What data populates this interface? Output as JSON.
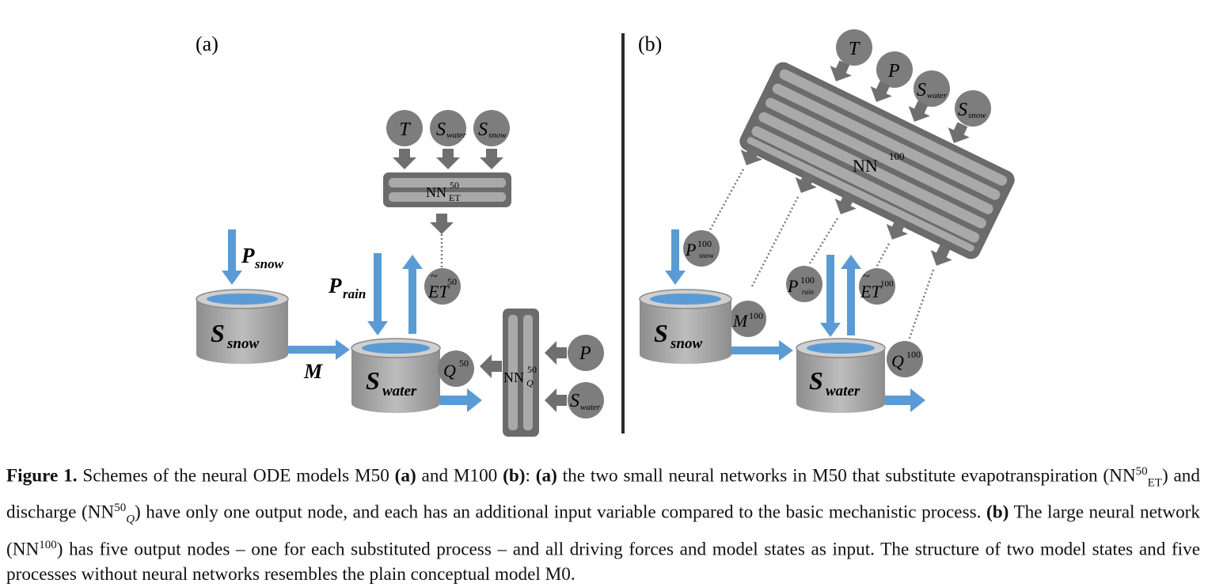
{
  "panels": {
    "a": {
      "label": "(a)",
      "input_T": "T",
      "input_S": "S",
      "input_S_water_sub": "water",
      "input_S_snow_sub": "snow",
      "nn_et": "NN",
      "nn_et_sup": "50",
      "nn_et_sub": "ET",
      "et_out": "ET",
      "et_out_sup": "50",
      "q_out": "Q",
      "q_out_sup": "50",
      "nn_q": "NN",
      "nn_q_sup": "50",
      "nn_q_sub": "Q",
      "input_P": "P",
      "p_snow": "P",
      "p_snow_sub": "snow",
      "p_rain": "P",
      "p_rain_sub": "rain",
      "bucket_snow": "S",
      "bucket_snow_sub": "snow",
      "bucket_water": "S",
      "bucket_water_sub": "water",
      "melt": "M"
    },
    "b": {
      "label": "(b)",
      "input_T": "T",
      "input_P": "P",
      "input_S": "S",
      "input_S_water_sub": "water",
      "input_S_snow_sub": "snow",
      "nn": "NN",
      "nn_sup": "100",
      "out_p_snow": "P",
      "out_p_snow_sup": "100",
      "out_p_snow_sub": "snow",
      "out_m": "M",
      "out_m_sup": "100",
      "out_p_rain": "P",
      "out_p_rain_sup": "100",
      "out_p_rain_sub": "rain",
      "out_et": "ET",
      "out_et_sup": "100",
      "out_q": "Q",
      "out_q_sup": "100",
      "bucket_snow": "S",
      "bucket_snow_sub": "snow",
      "bucket_water": "S",
      "bucket_water_sub": "water"
    }
  },
  "caption": {
    "label": "Figure 1.",
    "t1": " Schemes of the neural ODE models M50 ",
    "a1": "(a)",
    "t2": " and M100 ",
    "b1": "(b)",
    "t3": ": ",
    "a2": "(a)",
    "t4": " the two small neural networks in M50 that substitute evapotranspiration (NN",
    "nn_et_sup": "50",
    "nn_et_sub": "ET",
    "t5": ") and discharge (NN",
    "nn_q_sup": "50",
    "nn_q_sub": "Q",
    "t6": ") have only one output node, and each has an additional input variable compared to the basic mechanistic process. ",
    "b2": "(b)",
    "t7": " The large neural network (NN",
    "nn_sup": "100",
    "t8": ") has five output nodes – one for each substituted process – and all driving forces and model states as input. The structure of two model states and five processes without neural networks resembles the plain conceptual model M0."
  },
  "colors": {
    "blue": "#5b9bd5",
    "gray": "#7a7a7a",
    "dark_gray": "#5f5f5f",
    "light_gray": "#a7a7a7"
  }
}
